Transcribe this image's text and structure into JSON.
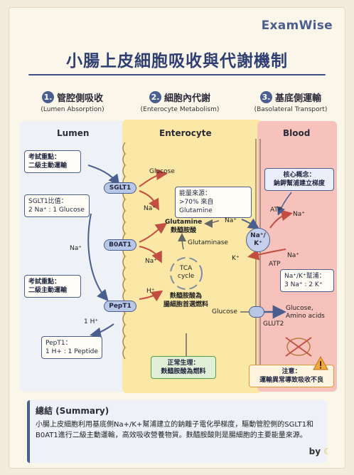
{
  "brand": "ExamWise",
  "title": "小腸上皮細胞吸收與代謝機制",
  "sections": [
    {
      "num": "1.",
      "name": "管腔側吸收",
      "sub": "(Lumen Absorption)"
    },
    {
      "num": "2.",
      "name": "細胞內代謝",
      "sub": "(Enterocyte Metabolism)"
    },
    {
      "num": "3.",
      "name": "基底側運輸",
      "sub": "(Basolateral Transport)"
    }
  ],
  "columns": {
    "lumen": "Lumen",
    "enterocyte": "Enterocyte",
    "blood": "Blood"
  },
  "lumen": {
    "note_exam1": "考試重點：\n二級主動運輸",
    "note_sglt1": "SGLT1比值：\n2 Na⁺ : 1 Glucose",
    "na_label": "Na⁺",
    "note_exam2": "考試重點：\n二級主動運輸",
    "h_label": "1 H⁺",
    "note_pept1": "PepT1：\n1 H+ : 1 Peptide"
  },
  "transporters": {
    "sglt1": "SGLT1",
    "b0at1": "B0AT1",
    "pept1": "PepT1"
  },
  "enterocyte": {
    "glucose_top": "Glucose",
    "na1": "Na⁺",
    "energy_note": "能量來源：\n>70% 來自 Glutamine",
    "na_mid": "Na⁺",
    "glutamine": "Glutamine\n麩醯胺酸",
    "glutaminase": "Glutaminase",
    "na2": "Na⁺",
    "tca": "TCA\ncycle",
    "h_plus": "H⁺",
    "first_fuel": "麩醯胺酸為\n腸細胞首選燃料",
    "glucose_bottom": "Glucose",
    "normal_note": "正常生理：\n麩醯胺酸為燃料"
  },
  "blood": {
    "core_note": "核心概念：\n鈉鉀幫浦建立梯度",
    "atp_top": "ATP",
    "na_top": "Na⁺",
    "pump": "Na⁺/\nK⁺",
    "k_label": "K⁺",
    "na_bottom": "Na⁺",
    "atp_bottom": "ATP",
    "ratio_note": "Na⁺/K⁺幫浦：\n3 Na⁺ : 2 K⁺",
    "glut2": "GLUT2",
    "glucose_out": "Glucose,\nAmino acids",
    "warning_note": "注意：\n運輸異常導致吸收不良"
  },
  "summary": {
    "heading": "總結 (Summary)",
    "text": "小腸上皮細胞利用基底側Na+/K+幫浦建立的鈉離子電化學梯度，驅動管腔側的SGLT1和B0AT1進行二級主動運輸，高效吸收營養物質。麩醯胺酸則是腸細胞的主要能量來源。"
  },
  "byline": "by",
  "colors": {
    "accent": "#4a5f8f",
    "lumen": "#eef2f7",
    "enterocyte": "#fbe8a6",
    "blood": "#f6c2bb"
  },
  "icons": [
    "warning-icon",
    "banana-icon"
  ]
}
